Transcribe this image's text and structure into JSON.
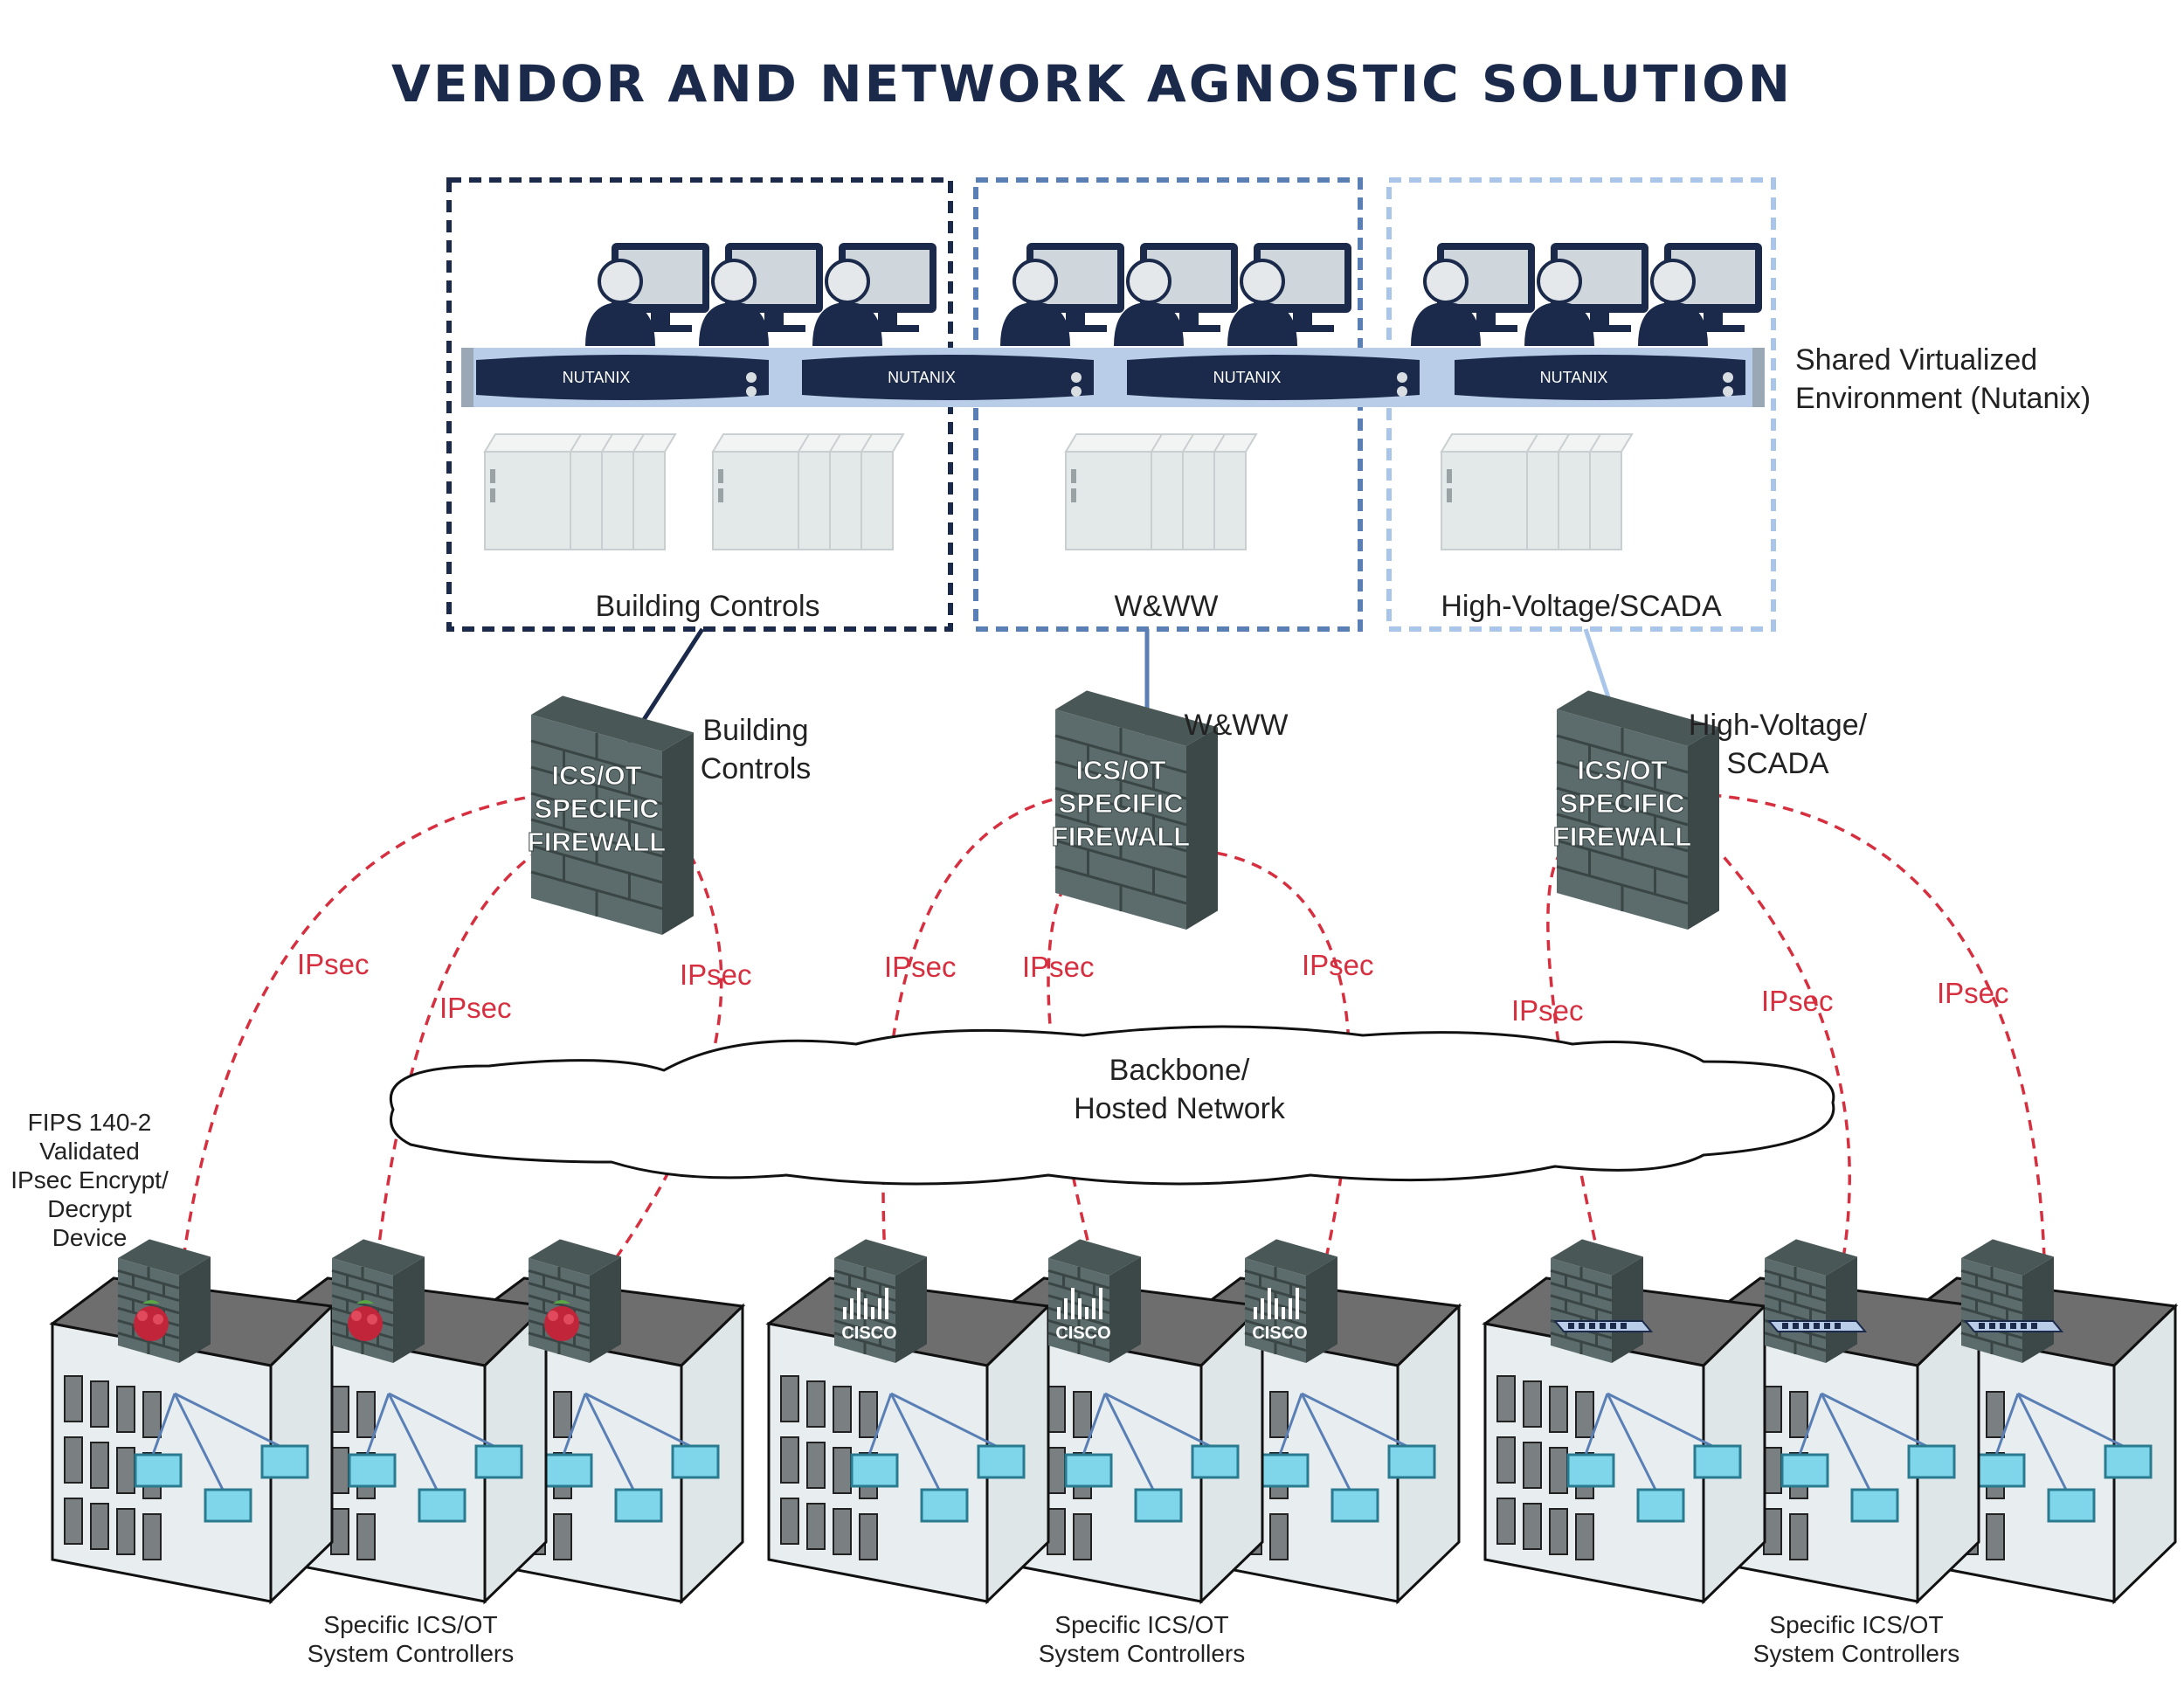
{
  "title": "VENDOR AND NETWORK AGNOSTIC SOLUTION",
  "environment_label": "Shared Virtualized\nEnvironment (Nutanix)",
  "server_brand": "NUTANIX",
  "zones": [
    {
      "name": "Building Controls",
      "color": "#1b2a4a",
      "firewall_label": "Building\nControls"
    },
    {
      "name": "W&WW",
      "color": "#5a7fb5",
      "firewall_label": "W&WW"
    },
    {
      "name": "High-Voltage/SCADA",
      "color": "#a9c6ea",
      "firewall_label": "High-Voltage/\nSCADA"
    }
  ],
  "firewall_text": [
    "ICS/OT",
    "SPECIFIC",
    "FIREWALL"
  ],
  "ipsec_label": "IPsec",
  "cloud_label": "Backbone/\nHosted Network",
  "fips_label": "FIPS 140-2\nValidated\nIPsec Encrypt/\nDecrypt\nDevice",
  "controllers_label": "Specific ICS/OT\nSystem Controllers",
  "device_brand": "CISCO",
  "colors": {
    "ipsec": "#d63040",
    "brick": "#5c6c6c",
    "roof": "#6e6e6e",
    "building_wall": "#e8eef0",
    "box": "#7fd6ea"
  },
  "icons": [
    "user-workstation-icon",
    "server-tower-icon",
    "firewall-icon",
    "raspberry-pi-icon",
    "cisco-router-icon",
    "network-switch-icon",
    "building-icon"
  ]
}
